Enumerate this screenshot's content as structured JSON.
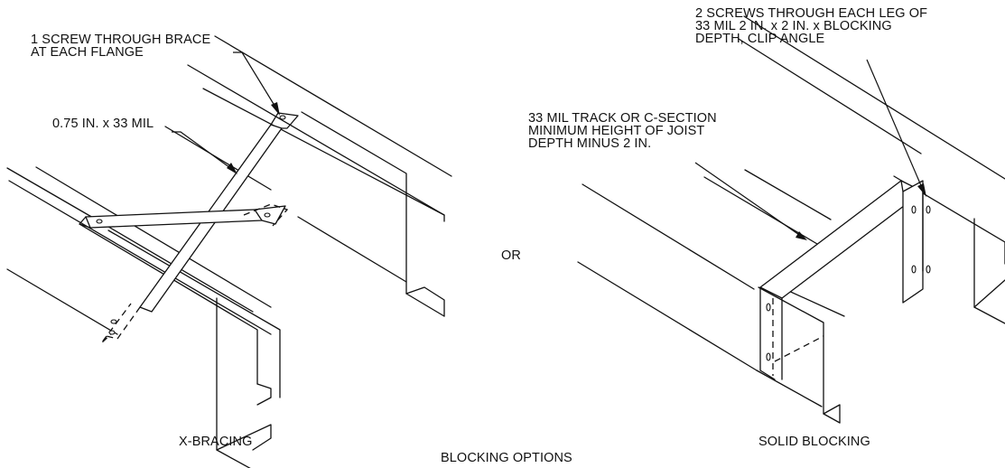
{
  "xbracing": {
    "callout_screw": [
      "1 SCREW THROUGH BRACE",
      "AT EACH FLANGE"
    ],
    "callout_strap": "0.75 IN. x 33 MIL",
    "caption": "X-BRACING"
  },
  "separator": "OR",
  "solid": {
    "callout_clip": [
      "2 SCREWS THROUGH EACH LEG OF",
      "33 MIL 2 IN. x 2 IN. x BLOCKING",
      "DEPTH, CLIP ANGLE"
    ],
    "callout_track": [
      "33 MIL TRACK OR C-SECTION",
      "MINIMUM HEIGHT OF JOIST",
      "DEPTH MINUS 2 IN."
    ],
    "caption": "SOLID BLOCKING"
  },
  "figure_title": "BLOCKING OPTIONS",
  "colors": {
    "ink": "#111111",
    "paper": "#ffffff"
  }
}
